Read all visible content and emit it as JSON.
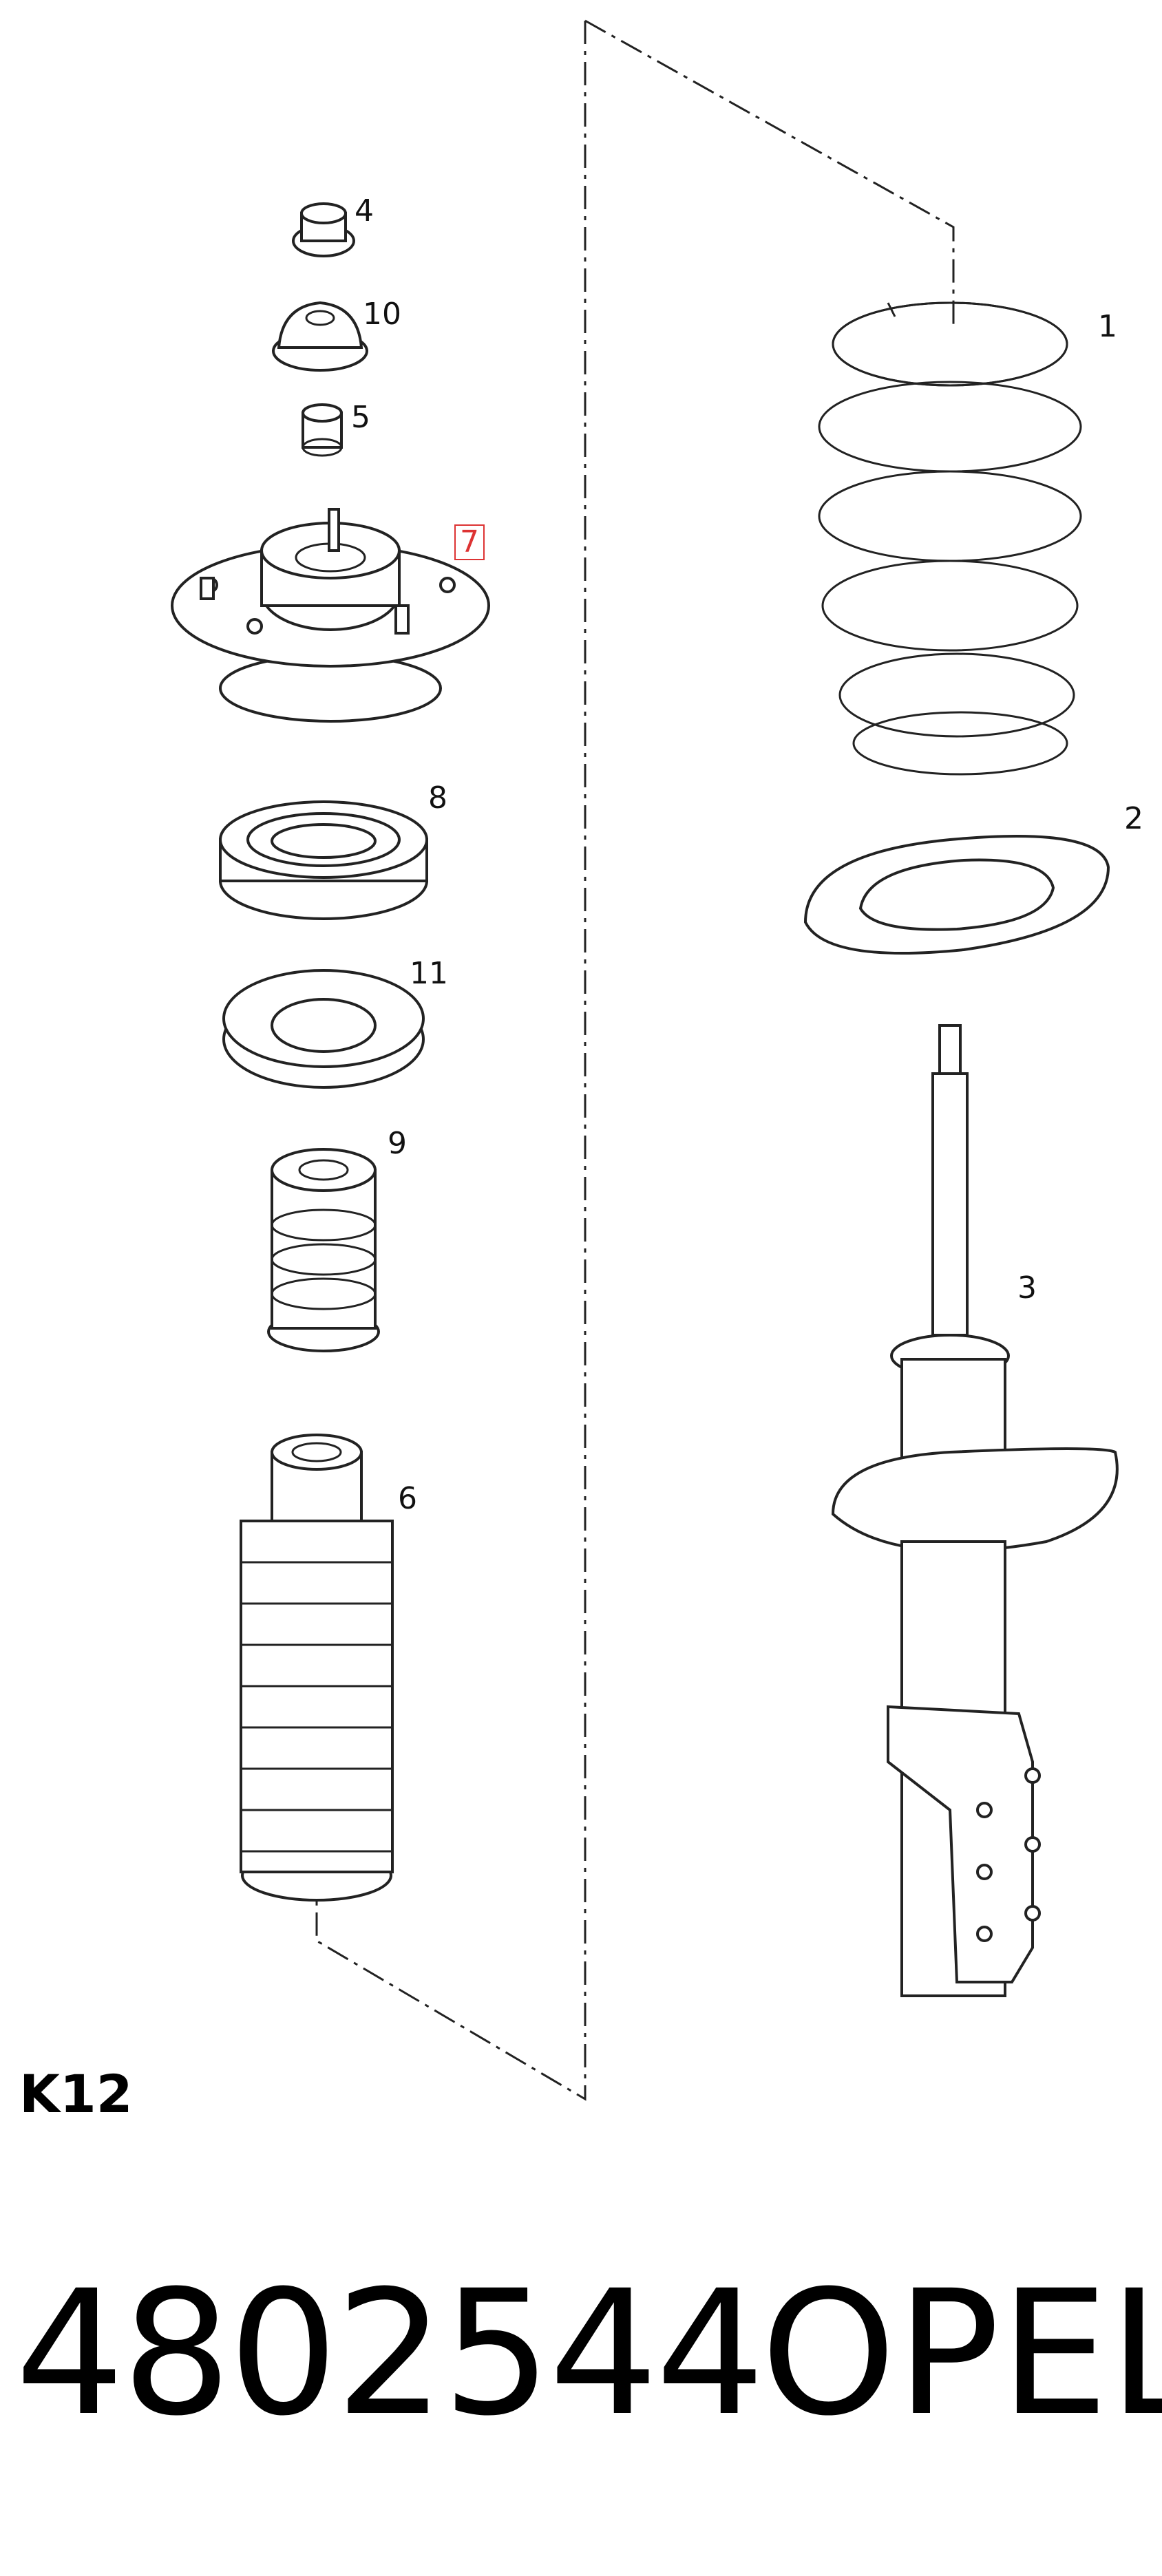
{
  "callouts": [
    {
      "id": "c4",
      "label": "4"
    },
    {
      "id": "c10",
      "label": "10"
    },
    {
      "id": "c5",
      "label": "5"
    },
    {
      "id": "c7",
      "label": "7",
      "highlighted": true
    },
    {
      "id": "c8",
      "label": "8"
    },
    {
      "id": "c11",
      "label": "11"
    },
    {
      "id": "c9",
      "label": "9"
    },
    {
      "id": "c6",
      "label": "6"
    },
    {
      "id": "c1",
      "label": "1"
    },
    {
      "id": "c2",
      "label": "2"
    },
    {
      "id": "c3",
      "label": "3"
    }
  ],
  "section_code": "K12",
  "part_number": "4802544",
  "brand": "OPEL",
  "colors": {
    "highlight": "#d33333",
    "line": "#222222",
    "background": "#ffffff"
  }
}
